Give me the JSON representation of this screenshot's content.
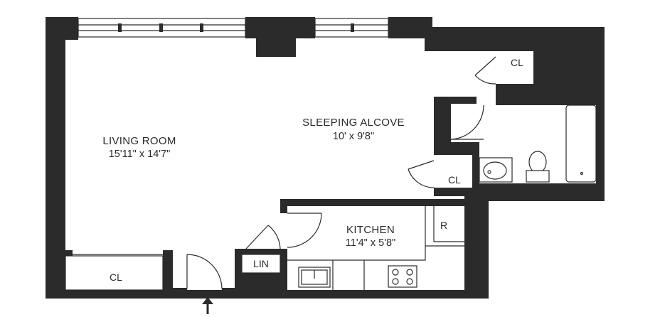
{
  "floorplan": {
    "rooms": [
      {
        "id": "living",
        "name": "LIVING ROOM",
        "dimensions": "15'11\" x 14'7\""
      },
      {
        "id": "sleeping",
        "name": "SLEEPING ALCOVE",
        "dimensions": "10' x 9'8\""
      },
      {
        "id": "kitchen",
        "name": "KITCHEN",
        "dimensions": "11'4\" x 5'8\""
      }
    ],
    "labels": {
      "closet_top": "CL",
      "closet_bath": "CL",
      "closet_living": "CL",
      "linen": "LIN",
      "refrigerator": "R"
    },
    "colors": {
      "walls": "#2b2b2b",
      "background": "#ffffff"
    },
    "icons": {
      "entry": "entry-arrow-icon"
    }
  }
}
